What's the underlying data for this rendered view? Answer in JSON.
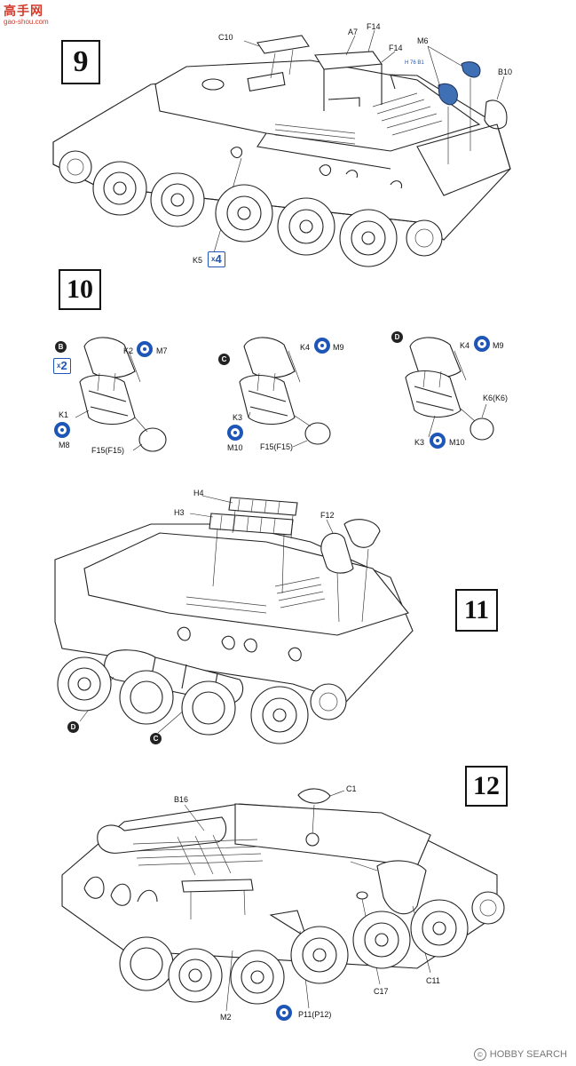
{
  "watermark": {
    "site": "高手网",
    "url": "gao-shou.com"
  },
  "steps": [
    {
      "number": "9"
    },
    {
      "number": "10"
    },
    {
      "number": "11"
    },
    {
      "number": "12"
    }
  ],
  "step9": {
    "labels": [
      "C10",
      "A7",
      "F14",
      "F14",
      "M6",
      "B10",
      "K5"
    ],
    "quantity": "4",
    "quantity_prefix": "x",
    "highlight_badge": "H 76 B1"
  },
  "step10": {
    "variant_b": {
      "letter": "B",
      "quantity": "2",
      "quantity_prefix": "x",
      "labels": [
        "K2",
        "M7",
        "K1",
        "M8",
        "F15(F15)"
      ]
    },
    "variant_c": {
      "letter": "C",
      "labels": [
        "K4",
        "M9",
        "K3",
        "M10",
        "F15(F15)"
      ]
    },
    "variant_d": {
      "letter": "D",
      "labels": [
        "K4",
        "M9",
        "K6(K6)",
        "K3",
        "M10"
      ]
    }
  },
  "step11": {
    "labels": [
      "H4",
      "H3",
      "F12"
    ],
    "variants": [
      "D",
      "C"
    ]
  },
  "step12": {
    "labels": [
      "C1",
      "B16",
      "C17",
      "C11",
      "M2",
      "P11(P12)"
    ]
  },
  "footer": {
    "brand": "HOBBY SEARCH",
    "symbol": "©"
  },
  "colors": {
    "paint_icon": "#1e56b8",
    "watermark": "#d23a2a",
    "part_highlight": "#3f6fb5"
  }
}
